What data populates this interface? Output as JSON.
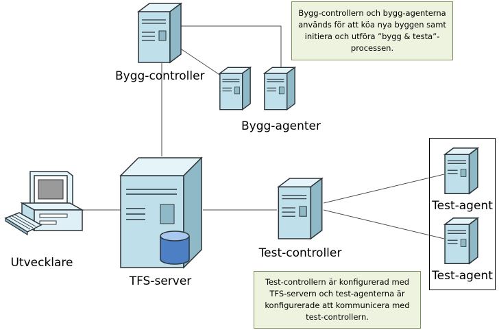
{
  "nodes": {
    "build_controller": {
      "label": "Bygg-controller",
      "icon": "server-tower-icon"
    },
    "build_agents": {
      "label": "Bygg-agenter",
      "icon": "server-tower-icon"
    },
    "tfs_server": {
      "label": "TFS-server",
      "icon": "server-database-icon"
    },
    "developer": {
      "label": "Utvecklare",
      "icon": "desktop-computer-icon"
    },
    "test_controller": {
      "label": "Test-controller",
      "icon": "server-tower-icon"
    },
    "test_agent_1": {
      "label": "Test-agent",
      "icon": "server-tower-icon"
    },
    "test_agent_2": {
      "label": "Test-agent",
      "icon": "server-tower-icon"
    }
  },
  "notes": {
    "build_note": "Bygg-controllern och bygg-agenterna används för att köa nya byggen samt initiera och utföra ”bygg & testa”-processen.",
    "test_note": "Test-controllern är konfigurerad med TFS-servern och test-agenterna är konfigurerade att kommunicera med test-controllern."
  },
  "colors": {
    "server_light": "#dff1f6",
    "server_mid": "#bfe0ea",
    "server_dark": "#8fb9c6",
    "outline": "#2b3338",
    "note_fill": "#eef3df",
    "note_border": "#7f8f5a"
  }
}
